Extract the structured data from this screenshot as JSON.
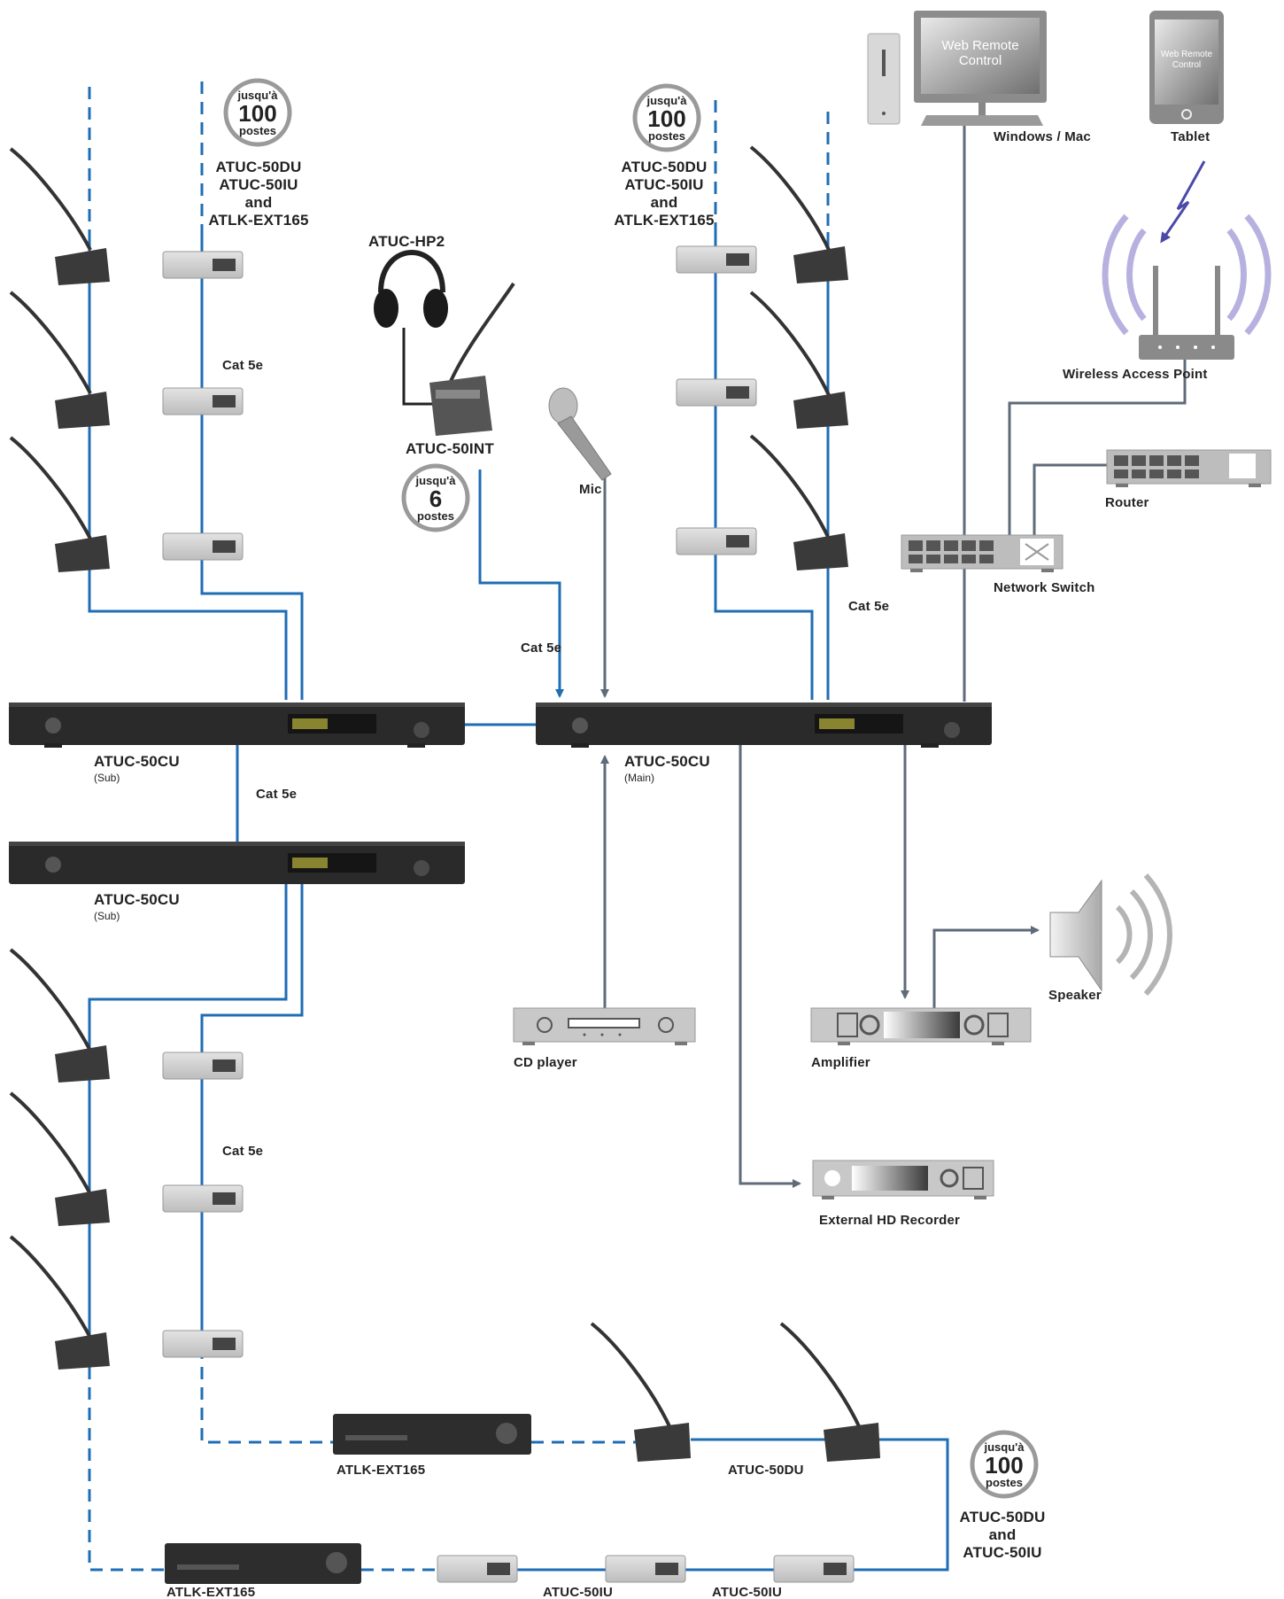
{
  "colors": {
    "blue_cable": "#1f6db5",
    "grey_cable": "#5f6b78",
    "badge_ring": "#9a9a9a",
    "wifi_wave": "#a7a0d6",
    "bolt": "#4b4aa8",
    "device_dark": "#2b2b2b",
    "device_light": "#d9d9d9"
  },
  "labels": {
    "stations_left": "ATUC-50DU\nATUC-50IU\nand\nATLK-EXT165",
    "stations_mid": "ATUC-50DU\nATUC-50IU\nand\nATLK-EXT165",
    "hp2": "ATUC-HP2",
    "int": "ATUC-50INT",
    "mic": "Mic",
    "cat5e_left": "Cat 5e",
    "cat5e_mid": "Cat 5e",
    "cat5e_right": "Cat 5e",
    "cat5e_sub": "Cat 5e",
    "cat5e_lower": "Cat 5e",
    "cu_sub1": "ATUC-50CU",
    "cu_sub1_tag": "(Sub)",
    "cu_main": "ATUC-50CU",
    "cu_main_tag": "(Main)",
    "cu_sub2": "ATUC-50CU",
    "cu_sub2_tag": "(Sub)",
    "pc": "Windows / Mac",
    "pc_screen": "Web Remote\nControl",
    "tablet": "Tablet",
    "tablet_screen": "Web Remote\nControl",
    "wap": "Wireless Access Point",
    "router": "Router",
    "switch": "Network Switch",
    "speaker": "Speaker",
    "amp": "Amplifier",
    "cd": "CD player",
    "rec": "External HD Recorder",
    "ext1": "ATLK-EXT165",
    "ext2": "ATLK-EXT165",
    "du_bottom": "ATUC-50DU",
    "stations_bottom": "ATUC-50DU\nand\nATUC-50IU",
    "iu1": "ATUC-50IU",
    "iu2": "ATUC-50IU"
  },
  "badges": [
    {
      "id": "badge-left",
      "top": "jusqu'à",
      "num": "100",
      "bottom": "postes"
    },
    {
      "id": "badge-mid",
      "top": "jusqu'à",
      "num": "100",
      "bottom": "postes"
    },
    {
      "id": "badge-int",
      "top": "jusqu'à",
      "num": "6",
      "bottom": "postes"
    },
    {
      "id": "badge-bottom",
      "top": "jusqu'à",
      "num": "100",
      "bottom": "postes"
    }
  ]
}
